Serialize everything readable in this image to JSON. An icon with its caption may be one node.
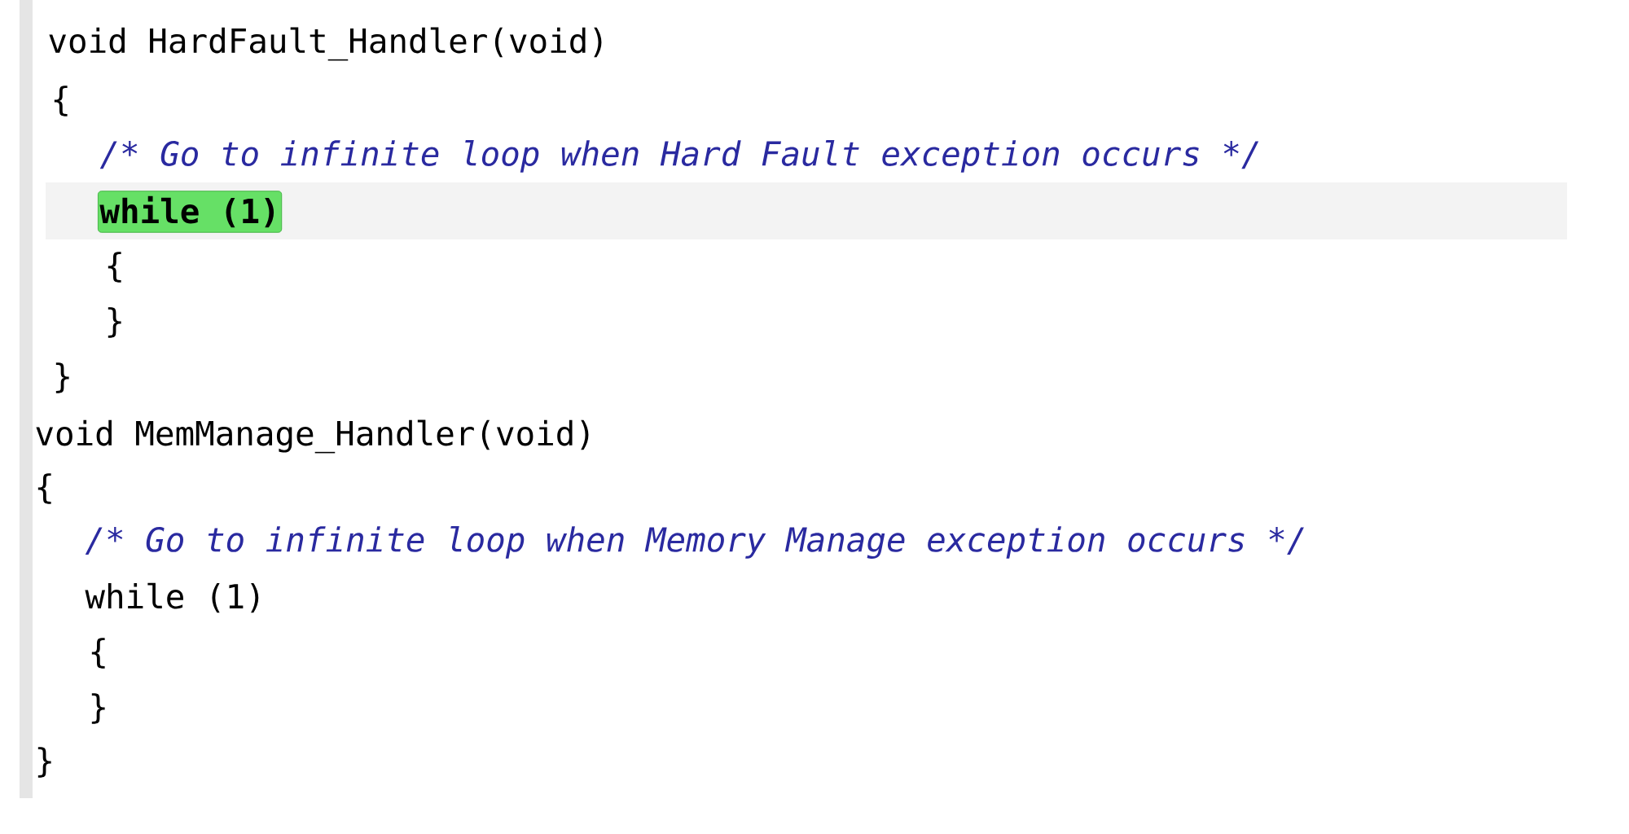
{
  "diagram": {
    "labels": [
      "void HardFault_Handler(void)",
      "{",
      "/* Go to infinite loop when Hard Fault exception occurs */",
      "while (1)",
      "{",
      "}",
      "}",
      "void MemManage_Handler(void)",
      "{",
      "/* Go to infinite loop when Memory Manage exception occurs */",
      "while (1)",
      "{",
      "}",
      "}"
    ]
  }
}
